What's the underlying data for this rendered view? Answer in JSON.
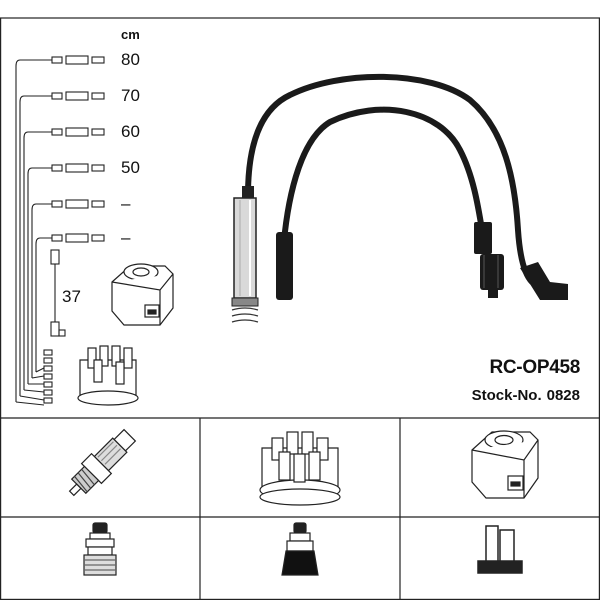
{
  "diagram": {
    "unit_label": "cm",
    "lengths": [
      "80",
      "70",
      "60",
      "50",
      "–",
      "–"
    ],
    "coil_lead_length": "37",
    "part_number": "RC-OP458",
    "stock_label": "Stock-No.",
    "stock_number": "0828"
  },
  "components": {
    "row1": [
      "spark-plug-icon",
      "distributor-cap-icon",
      "ignition-coil-icon"
    ],
    "row2": [
      "plug-terminal-icon",
      "cap-terminal-icon",
      "coil-terminal-icon"
    ]
  },
  "colors": {
    "line": "#111111",
    "background": "#ffffff"
  }
}
